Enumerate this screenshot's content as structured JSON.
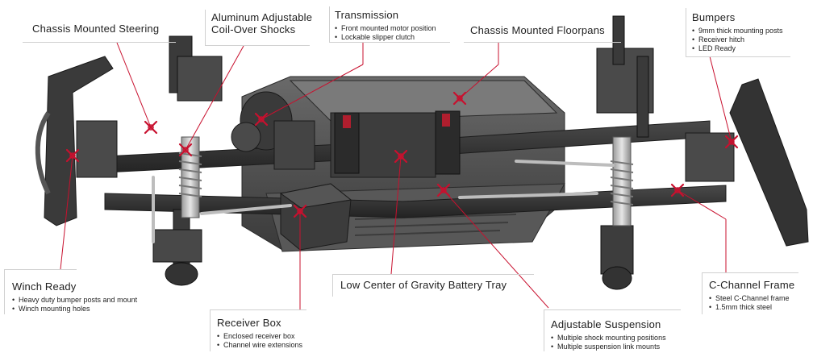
{
  "accent_color": "#c8102e",
  "callouts": {
    "steering": {
      "title": "Chassis Mounted Steering"
    },
    "shocks": {
      "title_line1": "Aluminum Adjustable",
      "title_line2": "Coil-Over Shocks"
    },
    "transmission": {
      "title": "Transmission",
      "bullets": [
        "Front mounted motor position",
        "Lockable slipper clutch"
      ]
    },
    "floorpans": {
      "title": "Chassis Mounted Floorpans"
    },
    "bumpers": {
      "title": "Bumpers",
      "bullets": [
        "9mm thick mounting posts",
        "Receiver hitch",
        "LED Ready"
      ]
    },
    "winch": {
      "title": "Winch Ready",
      "bullets": [
        "Heavy duty bumper posts and mount",
        "Winch mounting holes"
      ]
    },
    "battery": {
      "title": "Low Center of Gravity Battery Tray"
    },
    "receiver": {
      "title": "Receiver Box",
      "bullets": [
        "Enclosed receiver box",
        "Channel wire extensions"
      ]
    },
    "suspension": {
      "title": "Adjustable Suspension",
      "bullets": [
        "Multiple shock mounting positions",
        "Multiple suspension link mounts"
      ]
    },
    "cchannel": {
      "title": "C-Channel Frame",
      "bullets": [
        "Steel C-Channel frame",
        "1.5mm thick steel"
      ]
    }
  }
}
